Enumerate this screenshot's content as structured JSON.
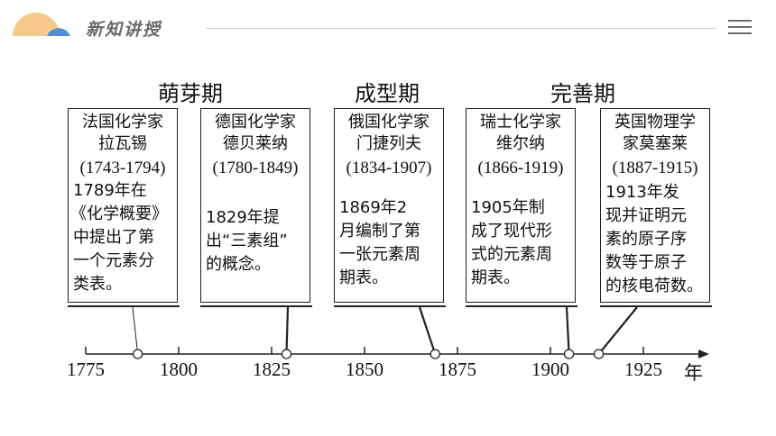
{
  "header": {
    "title": "新知讲授",
    "logo_icon": "half-sun-logo-icon",
    "menu_icon": "hamburger-menu-icon",
    "colors": {
      "sun": "#f6c98a",
      "blue": "#4d8fd6",
      "title": "#6a6a6a"
    }
  },
  "periods": [
    {
      "label": "萌芽期"
    },
    {
      "label": "成型期"
    },
    {
      "label": "完善期"
    }
  ],
  "cards": [
    {
      "name_lines": [
        "法国化学家",
        "拉瓦锡"
      ],
      "years": "(1743-1794)",
      "desc_lines": [
        "    1789年在",
        "《化学概要》",
        "中提出了第",
        "一个元素分",
        "类表。"
      ],
      "event_year": 1789
    },
    {
      "name_lines": [
        "德国化学家",
        "德贝莱纳"
      ],
      "years": "(1780-1849)",
      "desc_lines": [
        "    1829年提",
        "出“三素组”",
        "的概念。"
      ],
      "event_year": 1829
    },
    {
      "name_lines": [
        "俄国化学家",
        "门捷列夫"
      ],
      "years": "(1834-1907)",
      "desc_lines": [
        "    1869年2",
        "月编制了第",
        "一张元素周",
        "期表。"
      ],
      "event_year": 1869
    },
    {
      "name_lines": [
        "瑞士化学家",
        "维尔纳"
      ],
      "years": "(1866-1919)",
      "desc_lines": [
        "    1905年制",
        "成了现代形",
        "式的元素周",
        "期表。"
      ],
      "event_year": 1905
    },
    {
      "name_lines": [
        "英国物理学",
        "家莫塞莱"
      ],
      "years": "(1887-1915)",
      "desc_lines": [
        "    1913年发",
        "现并证明元",
        "素的原子序",
        "数等于原子",
        "的核电荷数。"
      ],
      "event_year": 1913
    }
  ],
  "timeline": {
    "ticks": [
      1775,
      1800,
      1825,
      1850,
      1875,
      1900,
      1925
    ],
    "tick_labels": [
      "1775",
      "1800",
      "1825",
      "1850",
      "1875",
      "1900",
      "1925"
    ],
    "unit": "年"
  }
}
